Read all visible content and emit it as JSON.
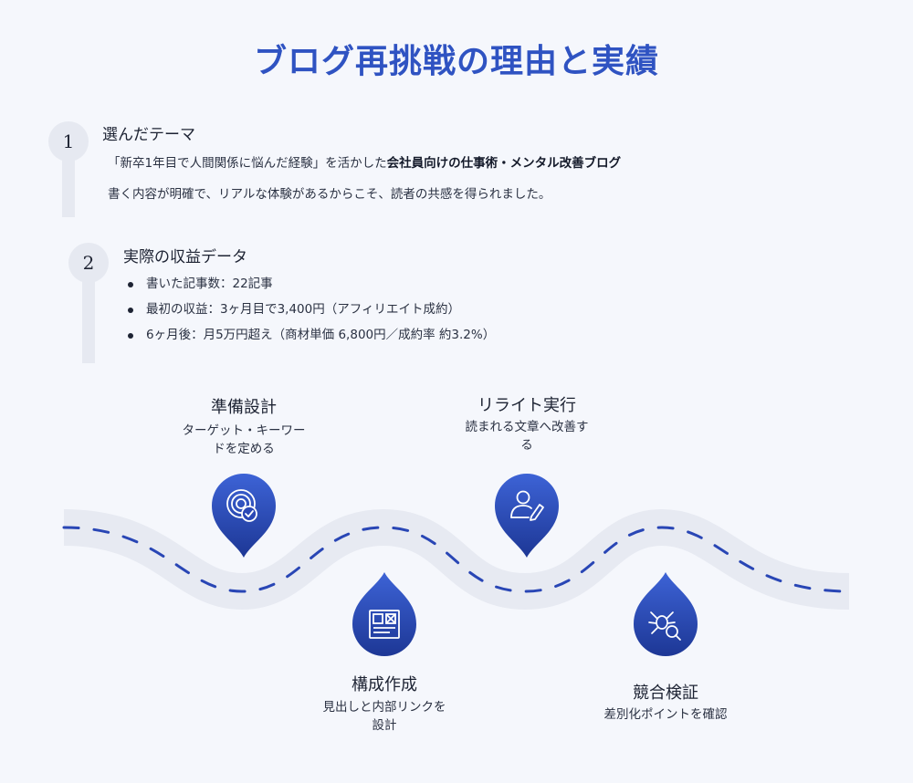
{
  "title": "ブログ再挑戦の理由と実績",
  "colors": {
    "accent": "#2f53c2",
    "pin_top": "#3d63d6",
    "pin_bottom": "#1e3a98",
    "road": "#e7eaf2",
    "dash": "#2946b5"
  },
  "section1": {
    "number": "1",
    "heading": "選んだテーマ",
    "line1_pre": "「新卒1年目で人間関係に悩んだ経験」を活かした",
    "line1_bold": "会社員向けの仕事術・メンタル改善ブログ",
    "line2": "書く内容が明確で、リアルな体験があるからこそ、読者の共感を得られました。"
  },
  "section2": {
    "number": "2",
    "heading": "実際の収益データ",
    "bullets": [
      "書いた記事数：22記事",
      "最初の収益：3ヶ月目で3,400円（アフィリエイト成約）",
      "6ヶ月後：月5万円超え（商材単価 6,800円／成約率 約3.2%）"
    ]
  },
  "milestones": [
    {
      "title": "準備設計",
      "desc_l1": "ターゲット・キーワー",
      "desc_l2": "ドを定める",
      "icon": "target-check-icon"
    },
    {
      "title": "構成作成",
      "desc_l1": "見出しと内部リンクを",
      "desc_l2": "設計",
      "icon": "layout-icon"
    },
    {
      "title": "リライト実行",
      "desc_l1": "読まれる文章へ改善す",
      "desc_l2": "る",
      "icon": "user-edit-icon"
    },
    {
      "title": "競合検証",
      "desc_l1": "差別化ポイントを確認",
      "desc_l2": "",
      "icon": "spider-search-icon"
    }
  ]
}
